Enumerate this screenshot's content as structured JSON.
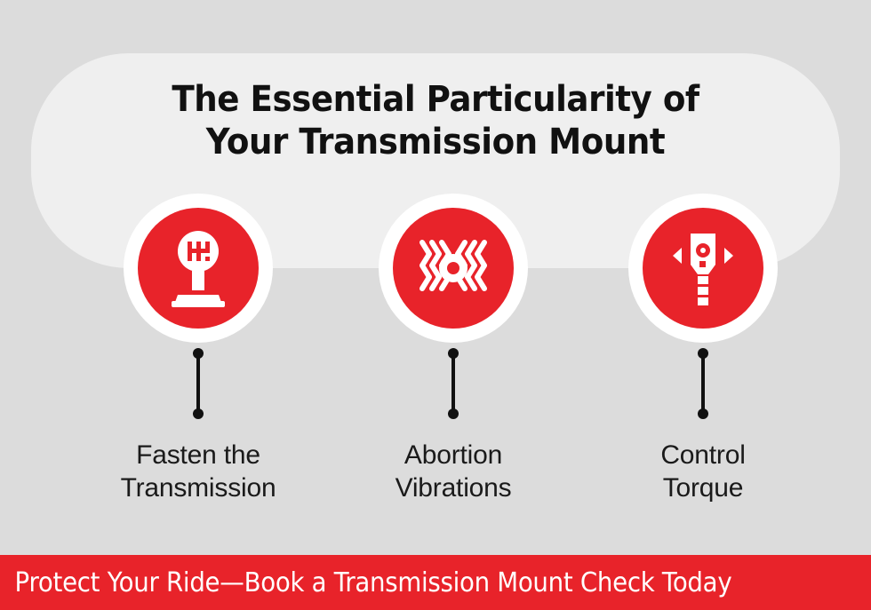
{
  "background_color": "#dcdcdc",
  "card_color": "#efefef",
  "accent_color": "#e8232a",
  "title": {
    "line1": "The Essential Particularity of",
    "line2": "Your Transmission Mount"
  },
  "items": [
    {
      "icon": "gear-shifter-icon",
      "caption_line1": "Fasten the",
      "caption_line2": "Transmission"
    },
    {
      "icon": "vibration-icon",
      "caption_line1": "Abortion",
      "caption_line2": "Vibrations"
    },
    {
      "icon": "torque-wrench-icon",
      "caption_line1": "Control",
      "caption_line2": "Torque"
    }
  ],
  "cta_banner": {
    "text": "Protect Your Ride—Book a Transmission Mount Check Today",
    "color": "#e8232a",
    "text_color": "#ffffff"
  }
}
